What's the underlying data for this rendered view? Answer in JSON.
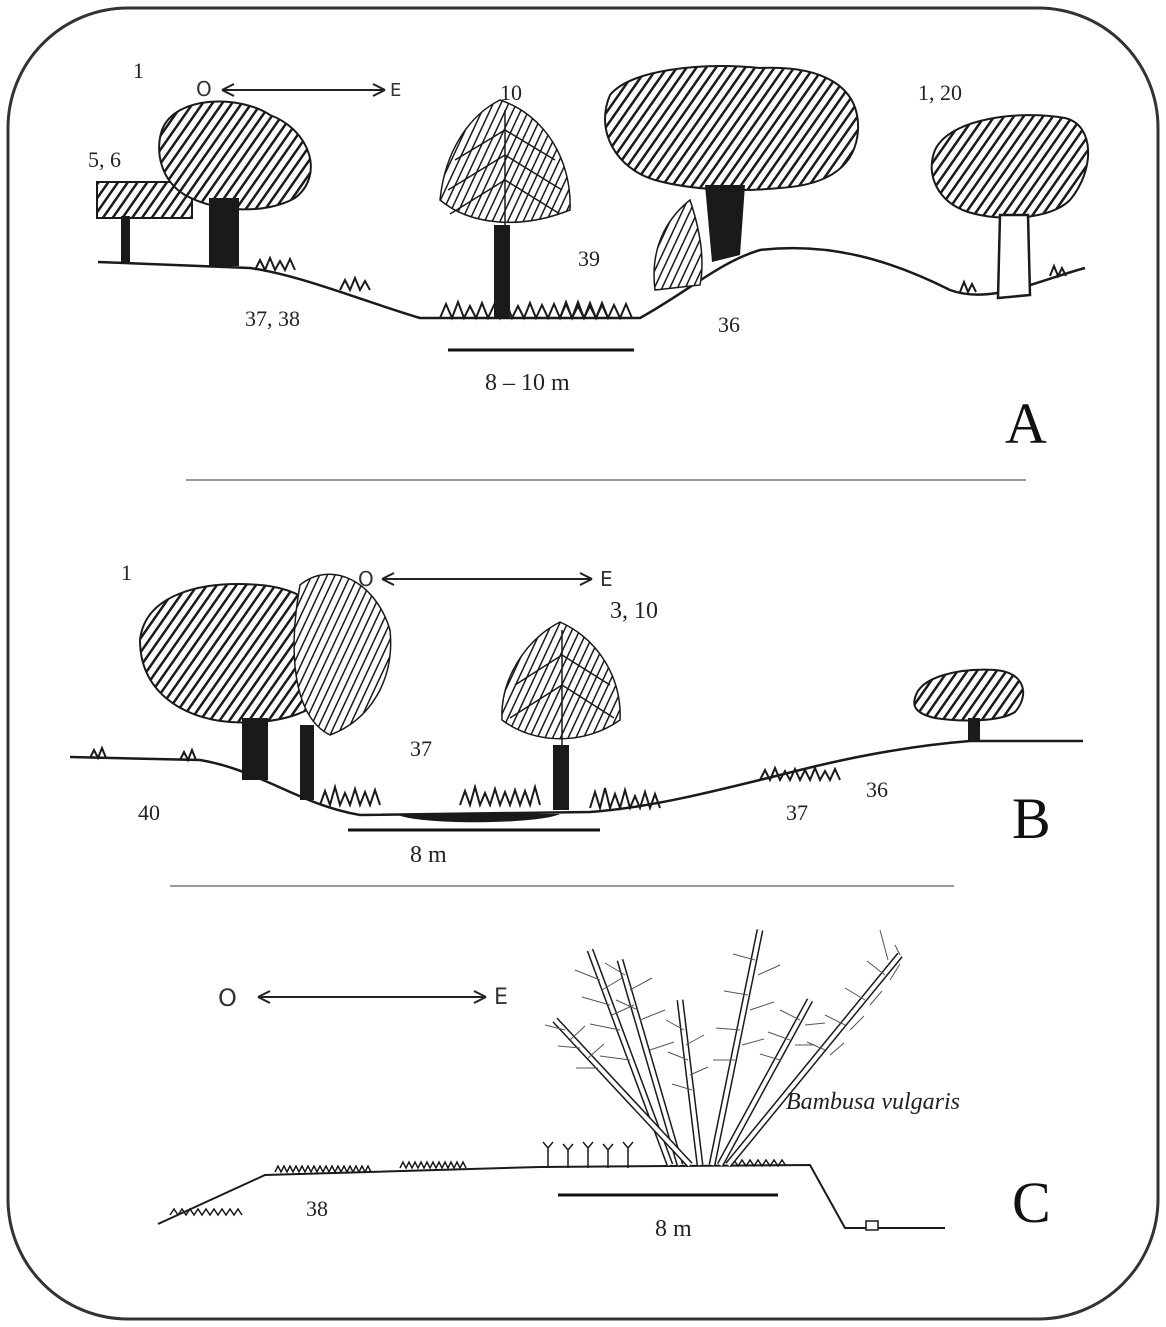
{
  "panels": [
    {
      "letter": "A",
      "orientation": {
        "west": "O",
        "east": "E"
      },
      "scale": "8 – 10 m",
      "labels": {
        "tree_left_small": "5, 6",
        "tree_left_large": "1",
        "palm_center": "10",
        "tree_right": "1, 20",
        "slope_left": "37, 38",
        "channel": "39",
        "slope_right": "36"
      }
    },
    {
      "letter": "B",
      "orientation": {
        "west": "O",
        "east": "E"
      },
      "scale": "8 m",
      "labels": {
        "tree_left": "1",
        "palm_center": "3, 10",
        "bank_left": "40",
        "inner": "37",
        "slope_right_a": "37",
        "slope_right_b": "36"
      }
    },
    {
      "letter": "C",
      "orientation": {
        "west": "O",
        "east": "E"
      },
      "scale": "8 m",
      "labels": {
        "ground_left": "38",
        "species": "Bambusa vulgaris"
      }
    }
  ],
  "colors": {
    "ink": "#1a1a1a",
    "frame": "#333333",
    "separator": "#9a9a9a"
  }
}
